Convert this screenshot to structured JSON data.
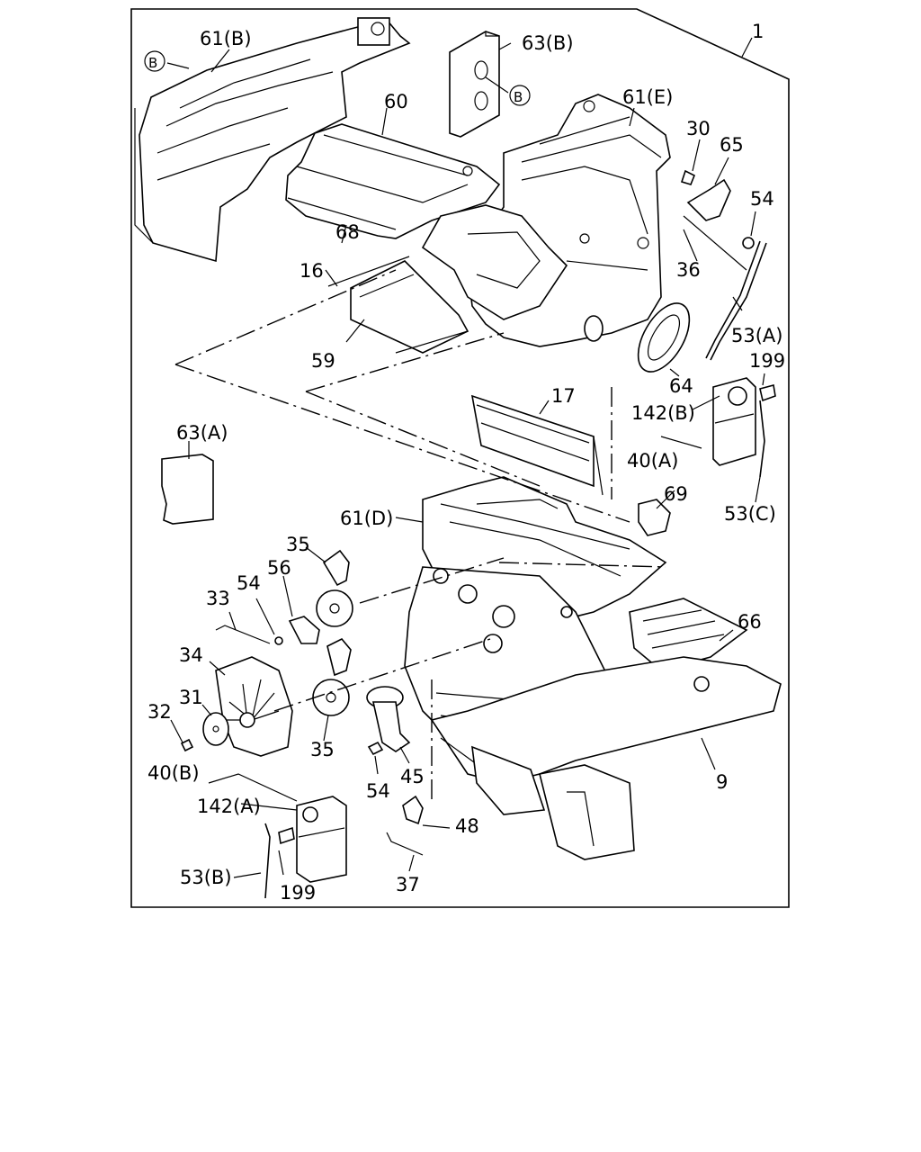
{
  "diagram": {
    "callouts": {
      "c1": "1",
      "c61b": "61(B)",
      "cB1": "B",
      "c63b": "63(B)",
      "cB2": "B",
      "c60": "60",
      "c61e": "61(E)",
      "c30": "30",
      "c65": "65",
      "c54a": "54",
      "c68": "68",
      "c16": "16",
      "c36": "36",
      "c53a": "53(A)",
      "c59": "59",
      "c64": "64",
      "c199a": "199",
      "c17": "17",
      "c142b": "142(B)",
      "c63a": "63(A)",
      "c40a": "40(A)",
      "c69": "69",
      "c53c": "53(C)",
      "c61d": "61(D)",
      "c35a": "35",
      "c56": "56",
      "c54b": "54",
      "c33": "33",
      "c66": "66",
      "c34": "34",
      "c31": "31",
      "c32": "32",
      "c35b": "35",
      "c40b": "40(B)",
      "c45": "45",
      "c54c": "54",
      "c9": "9",
      "c142a": "142(A)",
      "c48": "48",
      "c53b": "53(B)",
      "c199b": "199",
      "c37": "37"
    }
  }
}
